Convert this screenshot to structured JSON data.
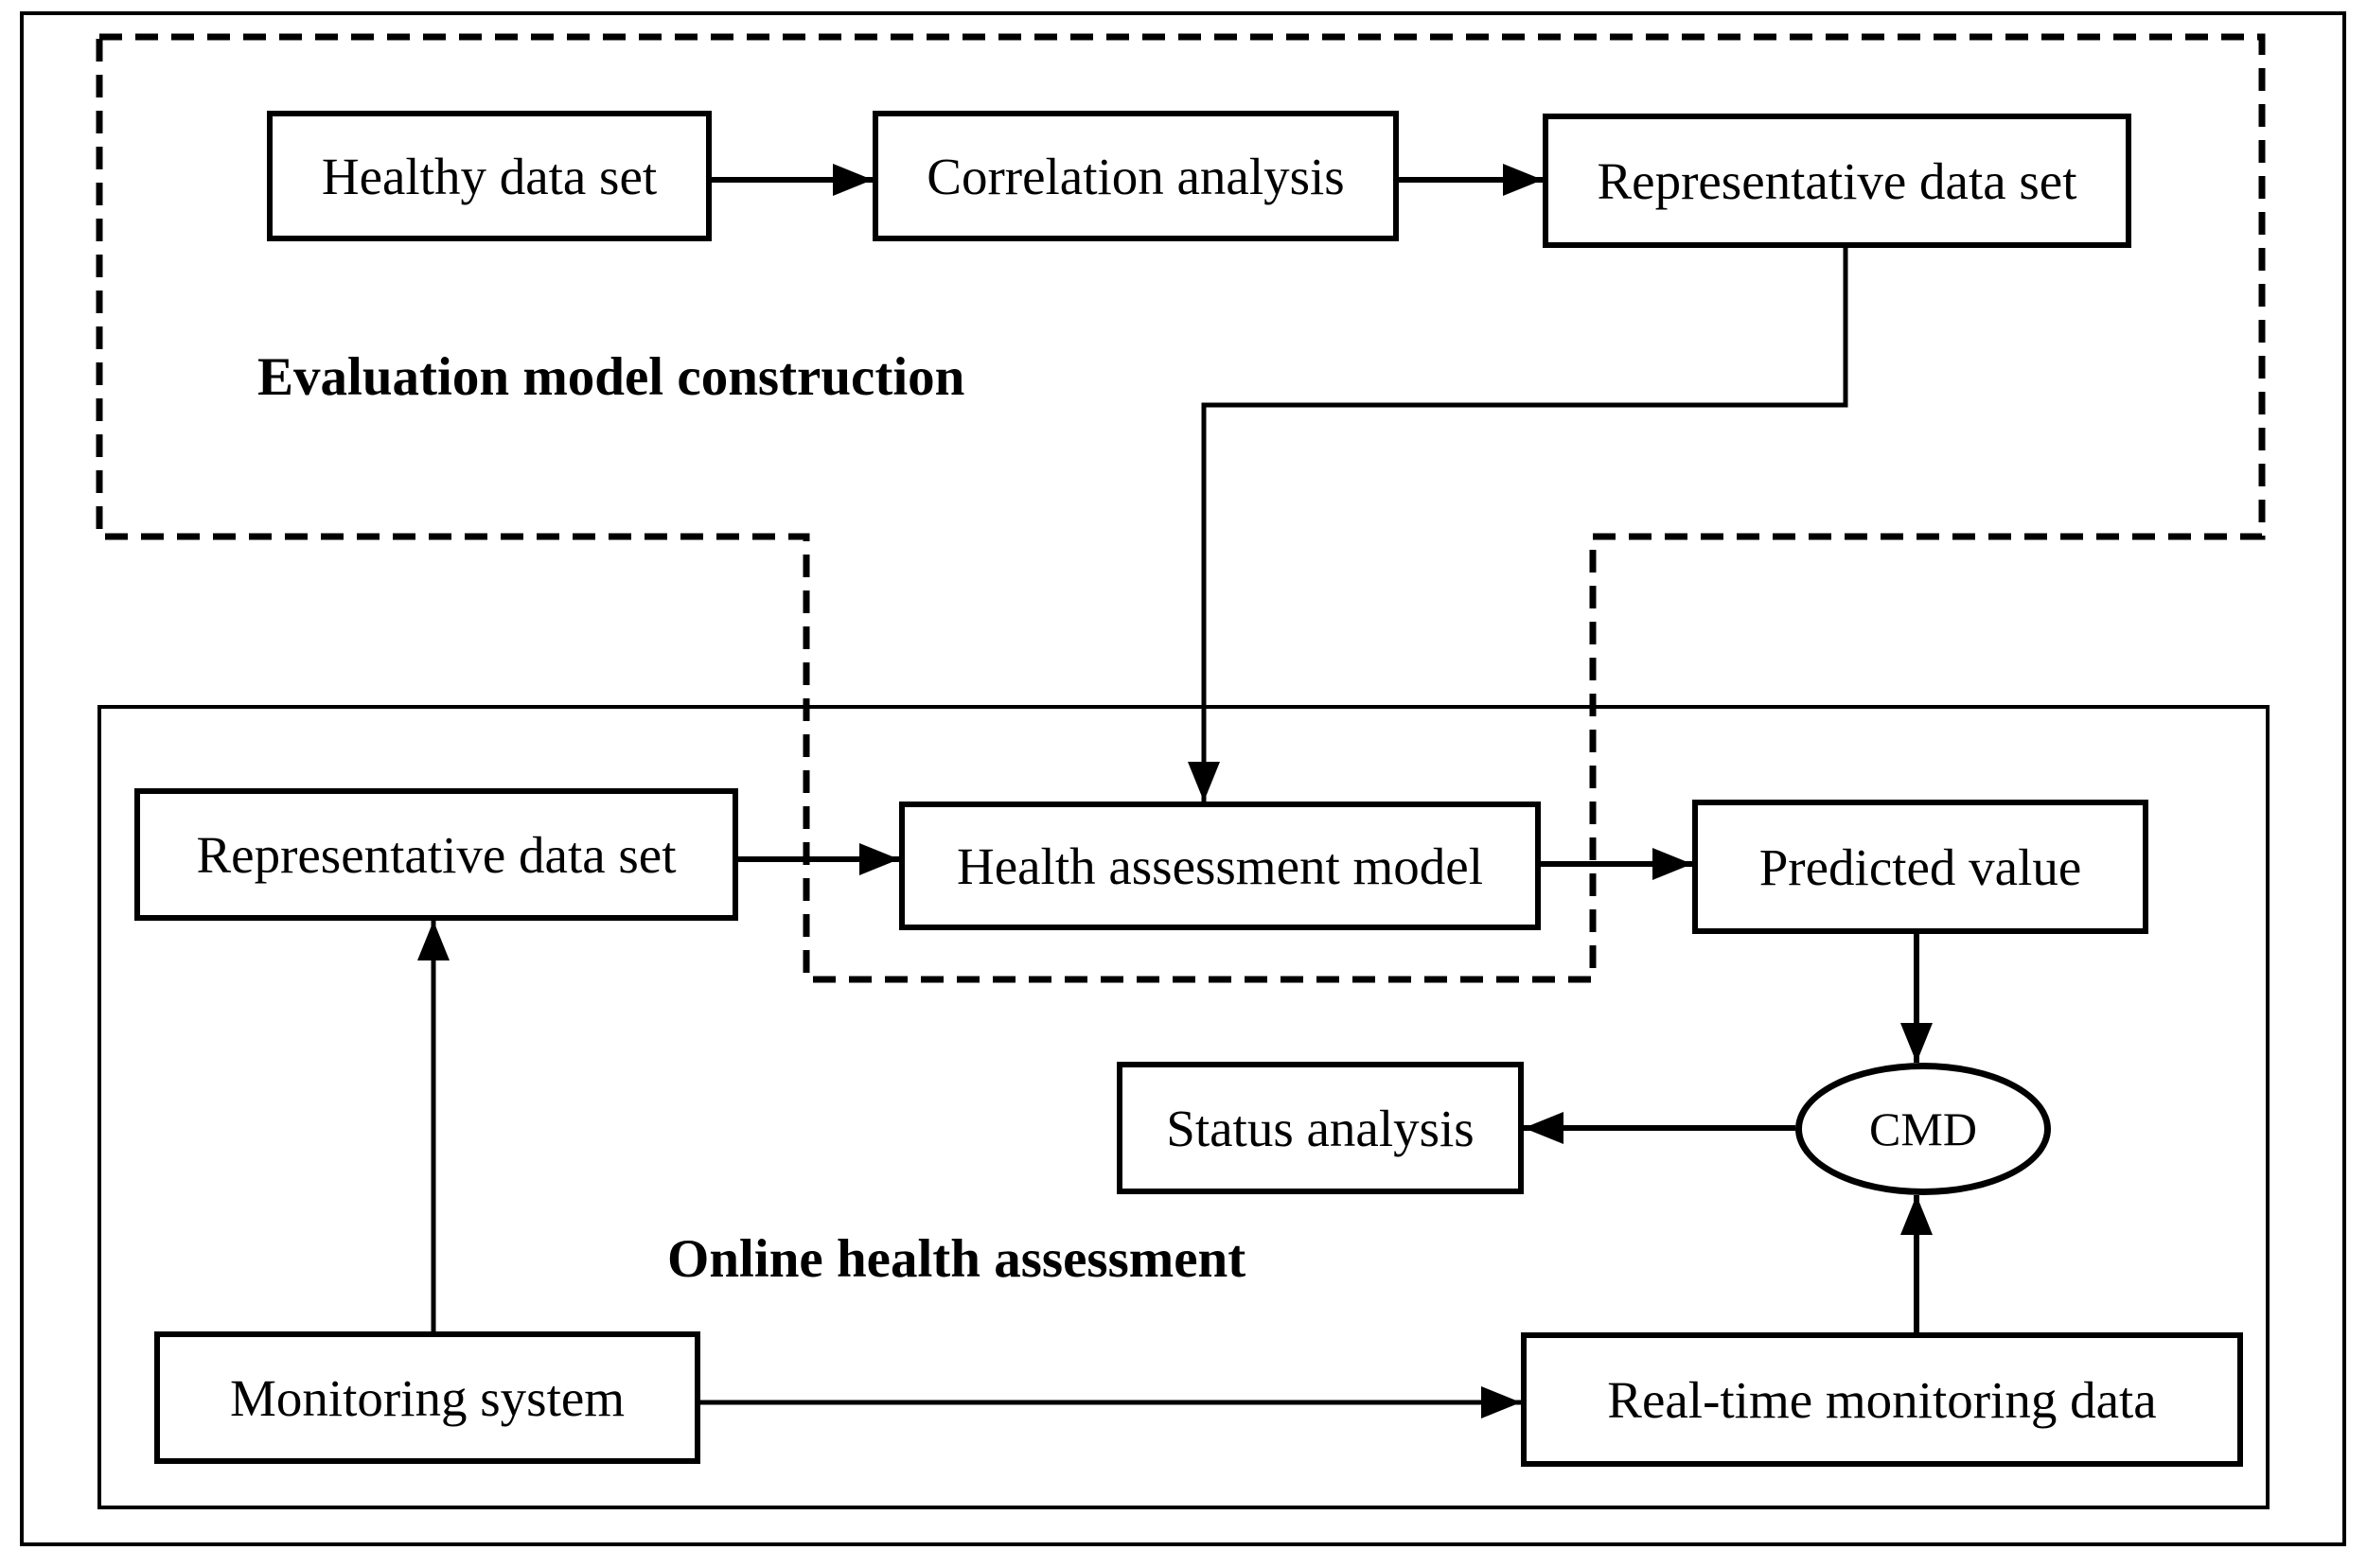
{
  "sections": {
    "evaluation": {
      "label": "Evaluation model construction"
    },
    "online": {
      "label": "Online health assessment"
    }
  },
  "nodes": {
    "healthy": {
      "label": "Healthy data set"
    },
    "correlation": {
      "label": "Correlation analysis"
    },
    "representative_top": {
      "label": "Representative data set"
    },
    "representative_bot": {
      "label": "Representative data set"
    },
    "health_model": {
      "label": "Health assessment model"
    },
    "predicted": {
      "label": "Predicted value"
    },
    "status": {
      "label": "Status analysis"
    },
    "cmd": {
      "label": "CMD"
    },
    "monitoring": {
      "label": "Monitoring system"
    },
    "realtime": {
      "label": "Real-time monitoring data"
    }
  },
  "colors": {
    "ink": "#000000",
    "background": "#ffffff"
  }
}
